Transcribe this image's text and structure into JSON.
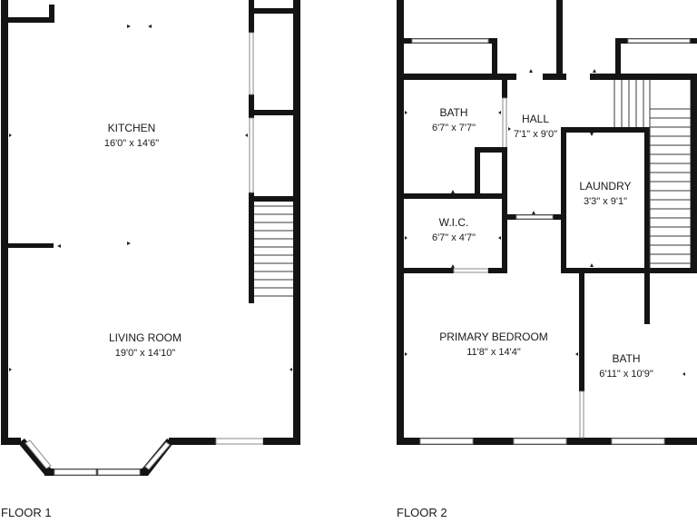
{
  "floors": [
    {
      "label": "FLOOR 1",
      "rooms": [
        {
          "name": "KITCHEN",
          "dims": "16'0\" x 14'6\""
        },
        {
          "name": "LIVING ROOM",
          "dims": "19'0\" x 14'10\""
        }
      ]
    },
    {
      "label": "FLOOR 2",
      "rooms": [
        {
          "name": "BATH",
          "dims": "6'7\" x 7'7\""
        },
        {
          "name": "HALL",
          "dims": "7'1\" x 9'0\""
        },
        {
          "name": "LAUNDRY",
          "dims": "3'3\" x 9'1\""
        },
        {
          "name": "W.I.C.",
          "dims": "6'7\" x 4'7\""
        },
        {
          "name": "PRIMARY BEDROOM",
          "dims": "11'8\" x 14'4\""
        },
        {
          "name": "BATH",
          "dims": "6'11\" x 10'9\""
        }
      ]
    }
  ],
  "colors": {
    "wall": "#141414",
    "background": "#ffffff"
  }
}
